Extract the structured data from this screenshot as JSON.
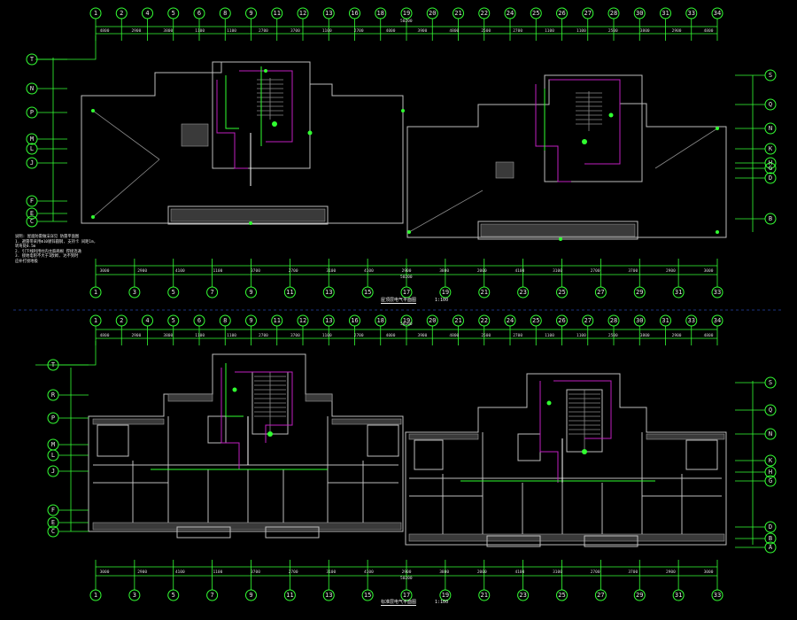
{
  "drawing": {
    "colors": {
      "background": "#000000",
      "axis_bubble": "#34ff34",
      "wall": "#bdbdbd",
      "electrical_magenta": "#c020c0",
      "electrical_green": "#30ff30"
    },
    "top_plan": {
      "title": "屋顶层电气平面图",
      "scale": "1:100",
      "top_axes": [
        "1",
        "2",
        "4",
        "5",
        "6",
        "8",
        "9",
        "11",
        "12",
        "13",
        "16",
        "18",
        "19",
        "20",
        "21",
        "22",
        "24",
        "25",
        "26",
        "27",
        "28",
        "30",
        "31",
        "33",
        "34"
      ],
      "bottom_axes": [
        "1",
        "3",
        "5",
        "7",
        "9",
        "11",
        "13",
        "15",
        "17",
        "19",
        "21",
        "23",
        "25",
        "27",
        "29",
        "31",
        "33"
      ],
      "left_axes": [
        "T",
        "N",
        "P",
        "M",
        "L",
        "J",
        "F",
        "E",
        "C"
      ],
      "right_axes": [
        "S",
        "Q",
        "N",
        "K",
        "H",
        "G",
        "D",
        "B"
      ],
      "total_dim": "50200",
      "notes": [
        "说明: 屋面防雷做法详见 防雷平面图",
        "1. 避雷带采用Φ10镀锌圆钢, 支持卡 间距1m, 转弯处0.5m",
        "2. 引下线利用柱内主筋两根 焊接连通",
        "3. 接地电阻不大于1欧姆, 达不到时",
        "   应补打接地极"
      ]
    },
    "bottom_plan": {
      "title": "标准层电气平面图",
      "scale": "1:100",
      "top_axes": [
        "1",
        "2",
        "4",
        "5",
        "6",
        "8",
        "9",
        "11",
        "12",
        "13",
        "16",
        "18",
        "19",
        "20",
        "21",
        "22",
        "24",
        "25",
        "26",
        "27",
        "28",
        "30",
        "31",
        "33",
        "34"
      ],
      "bottom_axes": [
        "1",
        "3",
        "5",
        "7",
        "9",
        "11",
        "13",
        "15",
        "17",
        "19",
        "21",
        "23",
        "25",
        "27",
        "29",
        "31",
        "33"
      ],
      "left_axes": [
        "T",
        "R",
        "P",
        "M",
        "L",
        "J",
        "F",
        "E",
        "C"
      ],
      "right_axes": [
        "S",
        "Q",
        "N",
        "K",
        "H",
        "G",
        "D",
        "B",
        "A"
      ],
      "total_dim": "50200"
    },
    "dimensions_top": [
      "4800",
      "2900",
      "3800",
      "1100",
      "1100",
      "2700",
      "3700",
      "1100",
      "2700",
      "4000",
      "3900",
      "4800",
      "2500",
      "2700",
      "1100",
      "1100",
      "2500",
      "3800",
      "2900",
      "4800"
    ],
    "dimensions_bottom": [
      "3000",
      "2900",
      "4100",
      "1100",
      "3700",
      "2700",
      "3100",
      "4100",
      "2900",
      "3800",
      "2000",
      "4100",
      "3100",
      "2700",
      "3700",
      "2900",
      "3000"
    ]
  }
}
